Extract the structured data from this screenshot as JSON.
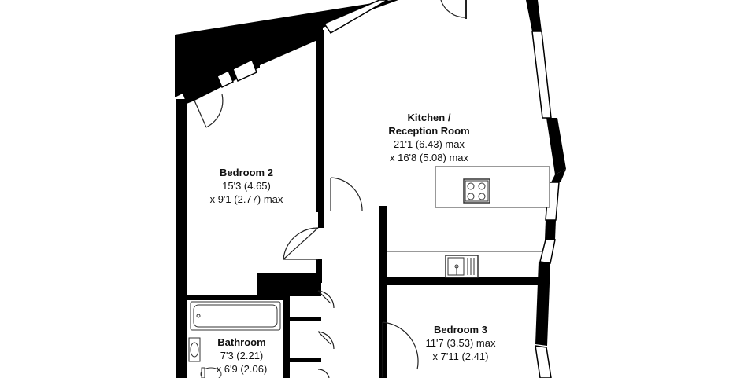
{
  "floor_plan": {
    "colors": {
      "wall": "#000000",
      "window_fill": "#ffffff",
      "fixture_line": "#333333",
      "background": "#ffffff"
    },
    "rooms": [
      {
        "id": "kitchen",
        "name_line1": "Kitchen /",
        "name_line2": "Reception Room",
        "dim1": "21'1 (6.43) max",
        "dim2": "x 16'8 (5.08) max"
      },
      {
        "id": "bedroom2",
        "name": "Bedroom 2",
        "dim1": "15'3 (4.65)",
        "dim2": "x 9'1 (2.77) max"
      },
      {
        "id": "bedroom3",
        "name": "Bedroom 3",
        "dim1": "11'7 (3.53) max",
        "dim2": "x 7'11 (2.41)"
      },
      {
        "id": "bathroom",
        "name": "Bathroom",
        "dim1": "7'3 (2.21)",
        "dim2": "x 6'9 (2.06)"
      }
    ],
    "fixtures": [
      "hob-icon",
      "sink-icon",
      "bath-icon",
      "washbasin-icon",
      "toilet-icon",
      "kitchen-island",
      "kitchen-counter"
    ]
  }
}
